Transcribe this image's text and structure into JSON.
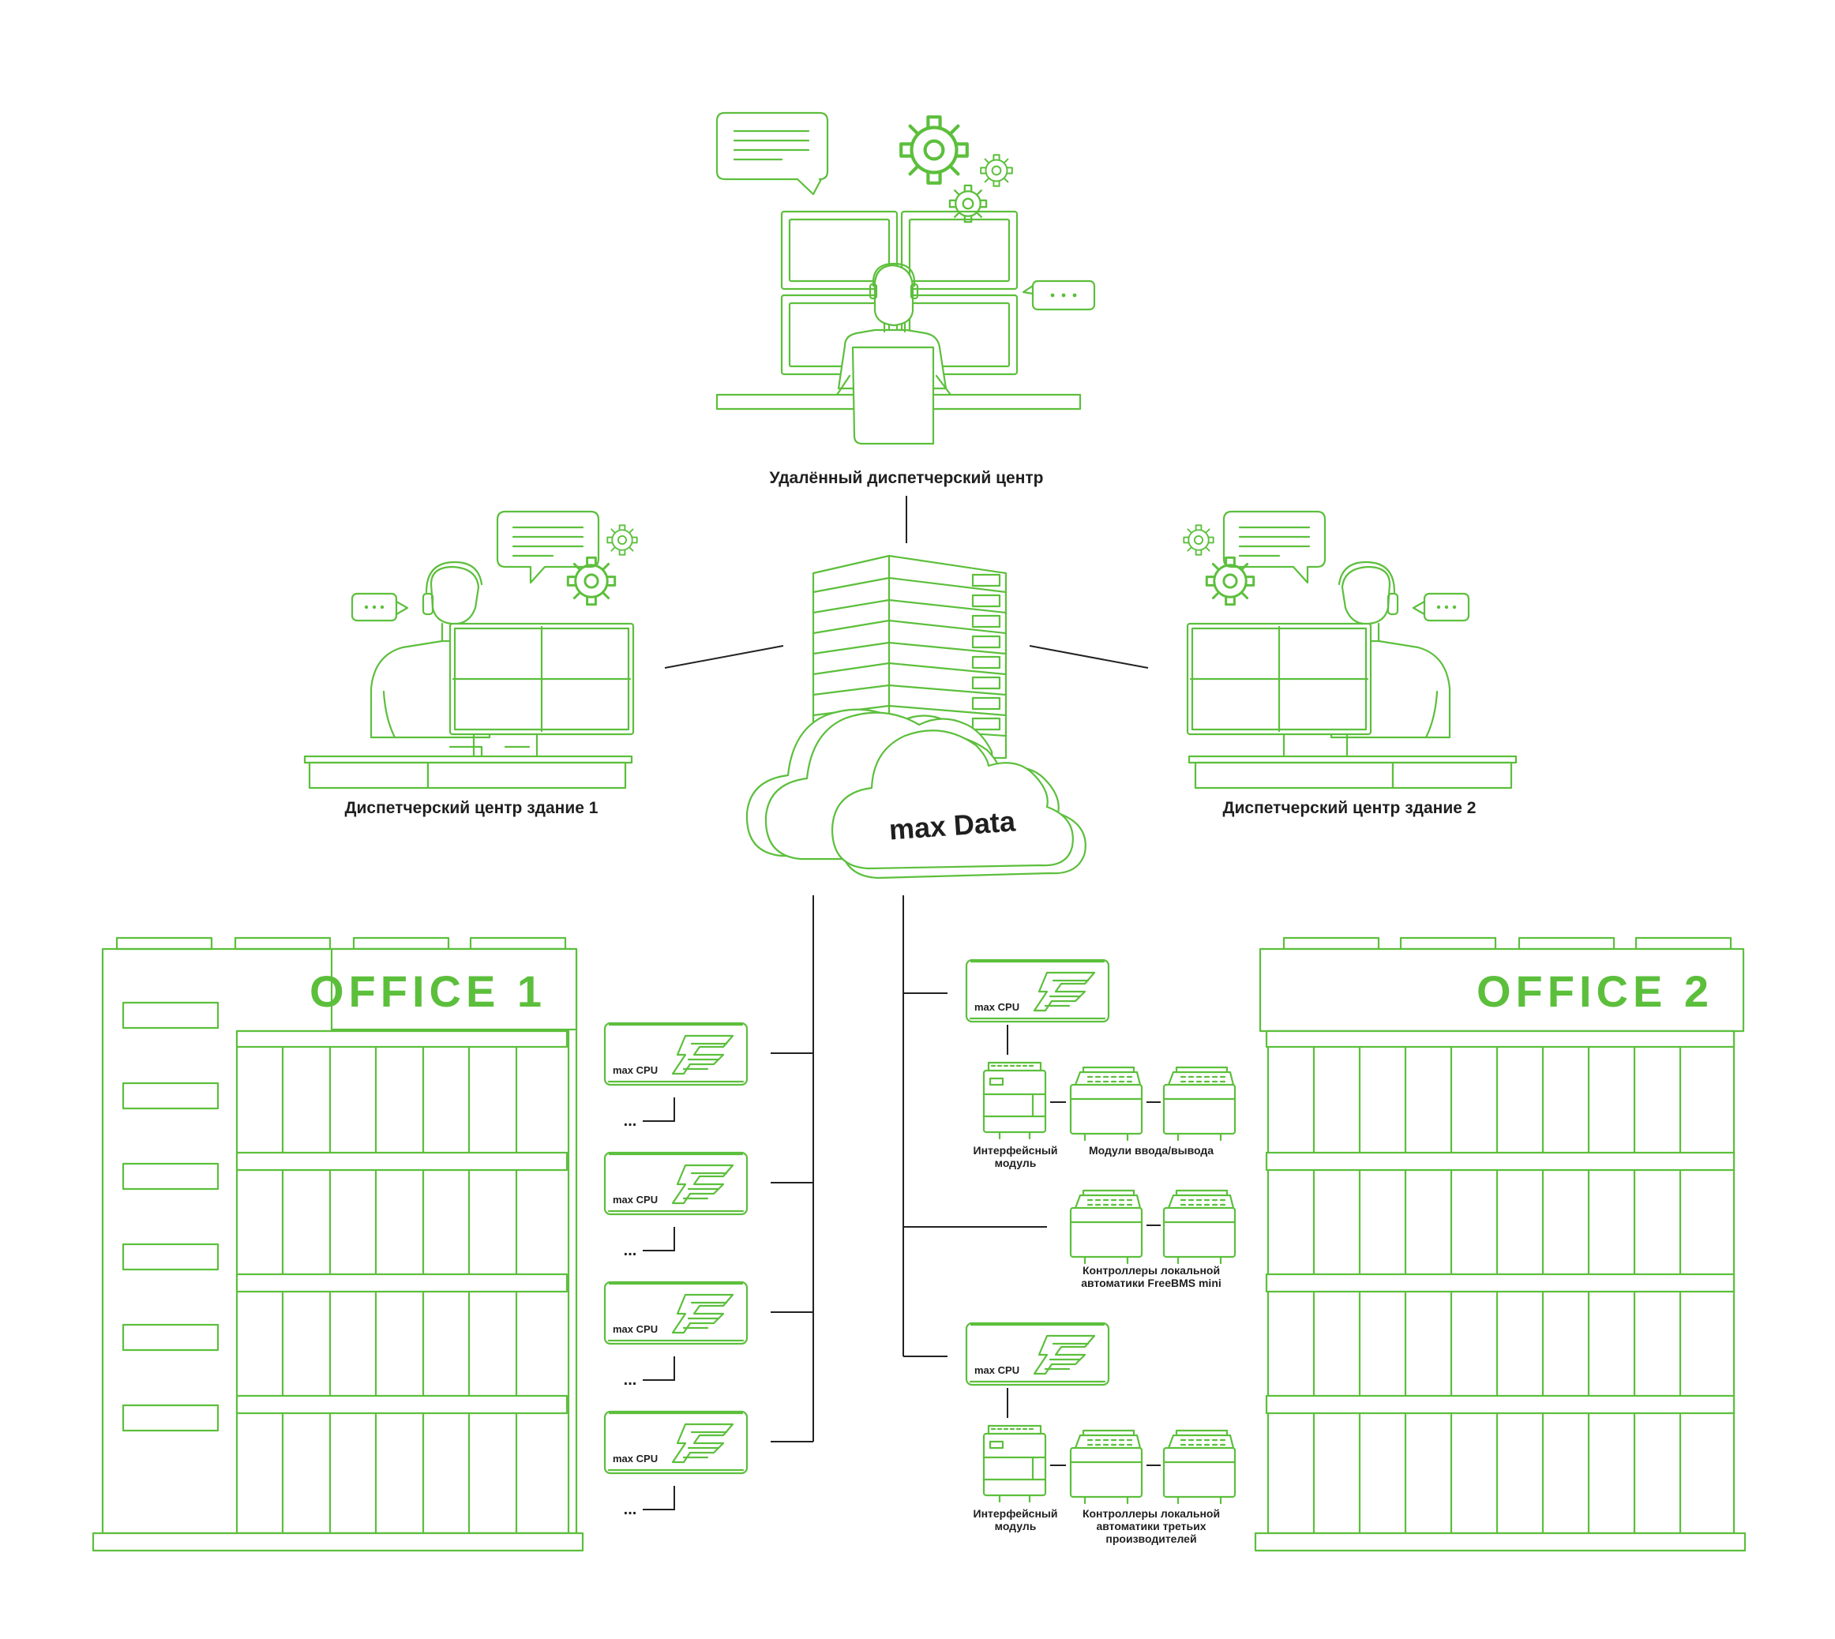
{
  "labels": {
    "remote_center": "Удалённый диспетчерский центр",
    "center_building_1": "Диспетчерский центр здание 1",
    "center_building_2": "Диспетчерский центр здание 2",
    "cloud": "max Data",
    "office_1": "OFFICE 1",
    "office_2": "OFFICE 2",
    "cpu": "max CPU",
    "ellipsis": "...",
    "interface_module_line1": "Интерфейсный",
    "interface_module_line2": "модуль",
    "io_modules": "Модули ввода/вывода",
    "freebms_line1": "Контроллеры локальной",
    "freebms_line2": "автоматики FreeBMS mini",
    "third_party_line1": "Контроллеры локальной",
    "third_party_line2": "автоматики третьих",
    "third_party_line3": "производителей"
  },
  "colors": {
    "accent": "#5cbf3c",
    "text": "#1f1f1f",
    "connector": "#222222",
    "background": "#ffffff"
  },
  "icons": [
    "operator-icon",
    "monitor-wall-icon",
    "gear-icon",
    "chat-bubble-icon",
    "server-rack-icon",
    "cloud-icon",
    "controller-icon",
    "building-icon",
    "cpu-logo-icon"
  ]
}
